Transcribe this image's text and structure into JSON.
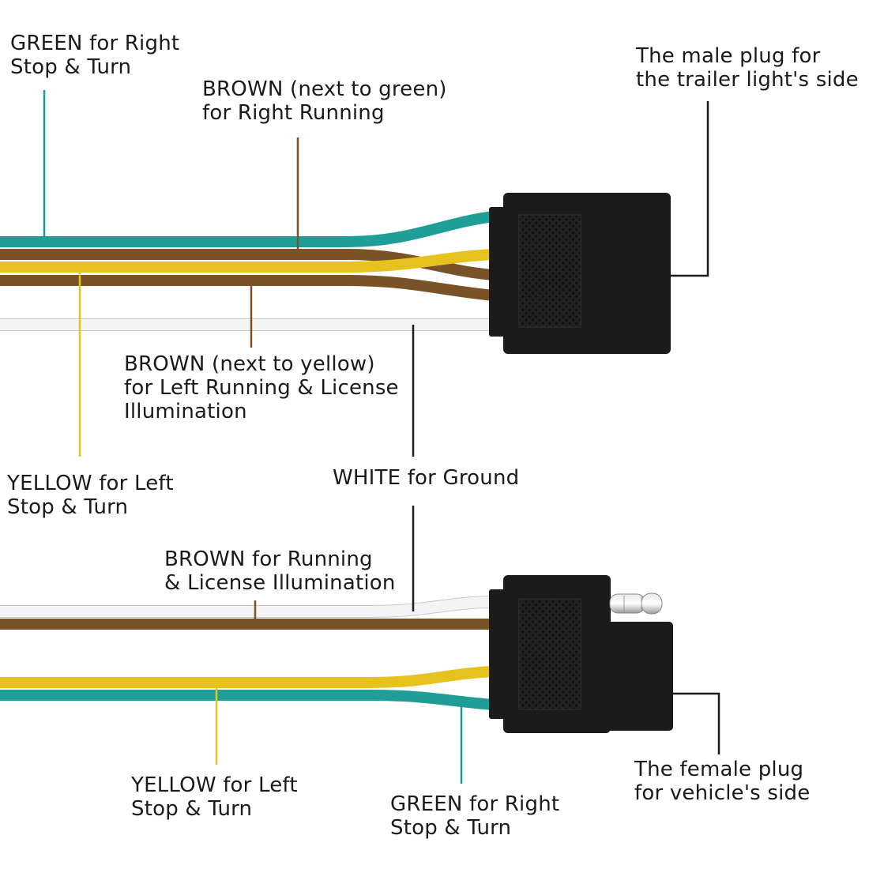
{
  "colors": {
    "green": "#1e9e96",
    "brown": "#7a5228",
    "yellow": "#e6c21e",
    "white_wire": "#f4f4f4",
    "plug": "#1b1b1b",
    "text": "#1a1a1a"
  },
  "labels": {
    "top_green": [
      "GREEN for Right",
      "Stop & Turn"
    ],
    "top_brown_green": [
      "BROWN (next to green)",
      "for Right Running"
    ],
    "male_plug": [
      "The male plug for",
      "the trailer light's side"
    ],
    "top_brown_yellow": [
      "BROWN (next to yellow)",
      "for Left Running & License",
      "Illumination"
    ],
    "top_yellow": [
      "YELLOW for Left",
      "Stop & Turn"
    ],
    "white_ground": [
      "WHITE for Ground"
    ],
    "bottom_brown": [
      "BROWN for Running",
      "& License Illumination"
    ],
    "bottom_yellow": [
      "YELLOW for Left",
      "Stop & Turn"
    ],
    "bottom_green": [
      "GREEN for Right",
      "Stop & Turn"
    ],
    "female_plug": [
      "The female plug",
      "for vehicle's side"
    ]
  }
}
